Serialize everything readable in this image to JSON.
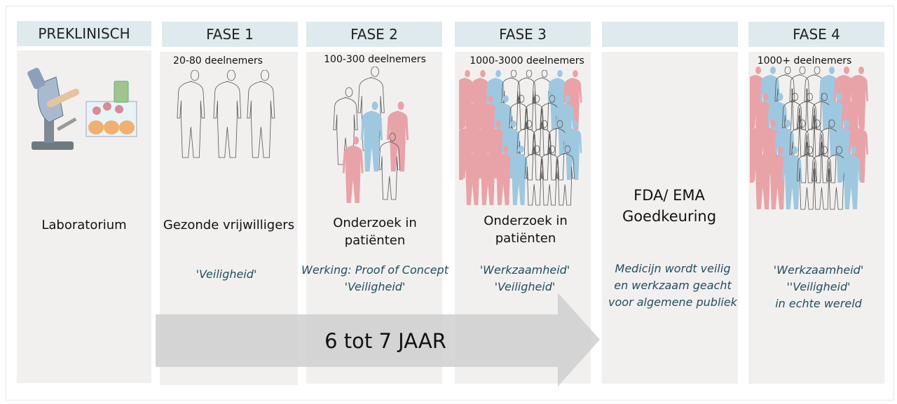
{
  "phases": [
    {
      "header": "PREKLINISCH",
      "participants": "",
      "label": "Laboratorium",
      "notes": []
    },
    {
      "header": "FASE 1",
      "participants": "20-80 deelnemers",
      "label": "Gezonde vrijwilligers",
      "notes": [
        "'Veiligheid'"
      ]
    },
    {
      "header": "FASE 2",
      "participants": "100-300 deelnemers",
      "label": "Onderzoek in patiënten",
      "notes": [
        "Werking: Proof of Concept",
        "'Veiligheid'"
      ]
    },
    {
      "header": "FASE 3",
      "participants": "1000-3000 deelnemers",
      "label": "Onderzoek in patiënten",
      "notes": [
        "'Werkzaamheid'",
        "'Veiligheid'"
      ]
    },
    {
      "header": "",
      "participants": "",
      "label": "FDA/ EMA Goedkeuring",
      "notes": [
        "Medicijn wordt veilig",
        "en werkzaam geacht",
        "voor algemene publiek"
      ]
    },
    {
      "header": "FASE 4",
      "participants": "1000+ deelnemers",
      "label": "",
      "notes": [
        "'Werkzaamheid'",
        "''Veiligheid'",
        "in echte wereld"
      ]
    }
  ],
  "timeline": {
    "label": "6 tot 7 JAAR"
  },
  "colors": {
    "header": "#deeaee",
    "panel": "#f2f0ef",
    "note": "#1f4e5f",
    "female": "#e8a3a8",
    "male": "#9ec8e0",
    "outline": "#555555",
    "arrow": "#cfcfcf"
  }
}
